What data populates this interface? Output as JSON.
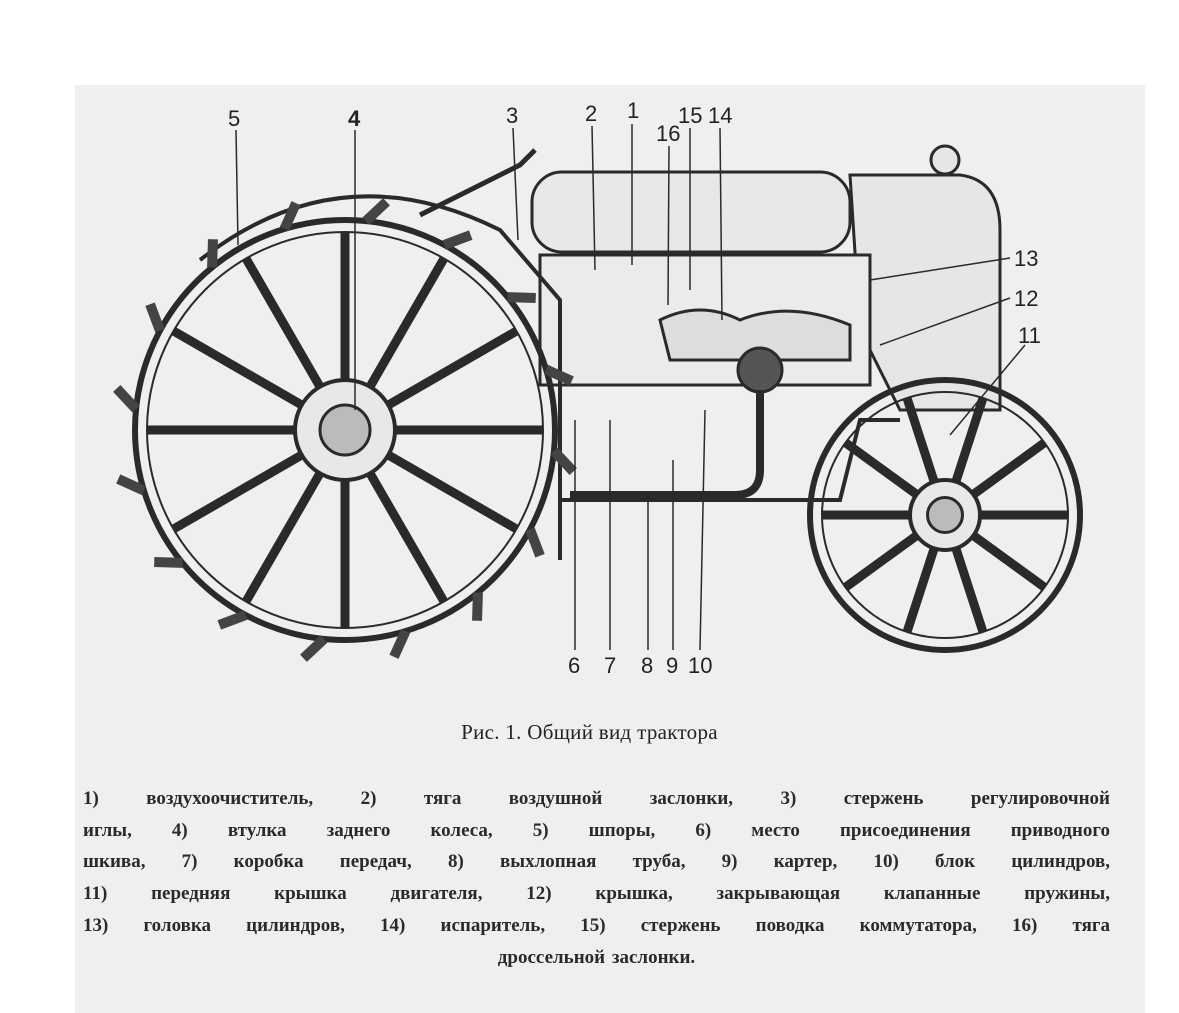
{
  "figure": {
    "callouts_top": [
      "5",
      "4",
      "3",
      "2",
      "1",
      "16",
      "15",
      "14"
    ],
    "callouts_right": [
      "13",
      "12",
      "11"
    ],
    "callouts_bottom": [
      "6",
      "7",
      "8",
      "9",
      "10"
    ]
  },
  "caption": {
    "title": "Рис. 1. Общий вид трактора",
    "lines": [
      "1) воздухоочиститель, 2) тяга воздушной заслонки, 3) стержень регулировочной",
      "иглы, 4) втулка заднего колеса, 5) шпоры, 6) место присоединения приводного",
      "шкива, 7) коробка передач, 8) выхлопная труба, 9) картер, 10) блок цилиндров,",
      "11) передняя крышка двигателя, 12) крышка, закрывающая клапанные пружины,",
      "13) головка цилиндров, 14) испаритель, 15) стержень поводка коммутатора, 16) тяга",
      "дроссельной заслонки."
    ]
  }
}
